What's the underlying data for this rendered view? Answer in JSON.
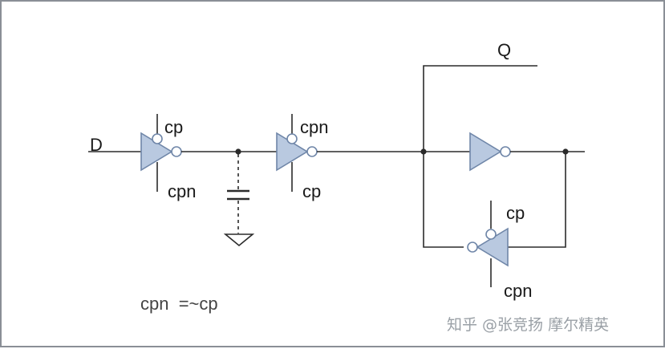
{
  "labels": {
    "input": "D",
    "output": "Q",
    "gate1_top": "cp",
    "gate1_bottom": "cpn",
    "gate2_top": "cpn",
    "gate2_bottom": "cp",
    "gate4_top": "cp",
    "gate4_bottom": "cpn"
  },
  "note": "cpn  =~cp",
  "watermark": "知乎 @张竞扬 摩尔精英",
  "colors": {
    "gate_fill": "#b9c9e0",
    "gate_stroke": "#6f86a8",
    "wire": "#2b2b2b",
    "frame": "#8a8f96"
  }
}
